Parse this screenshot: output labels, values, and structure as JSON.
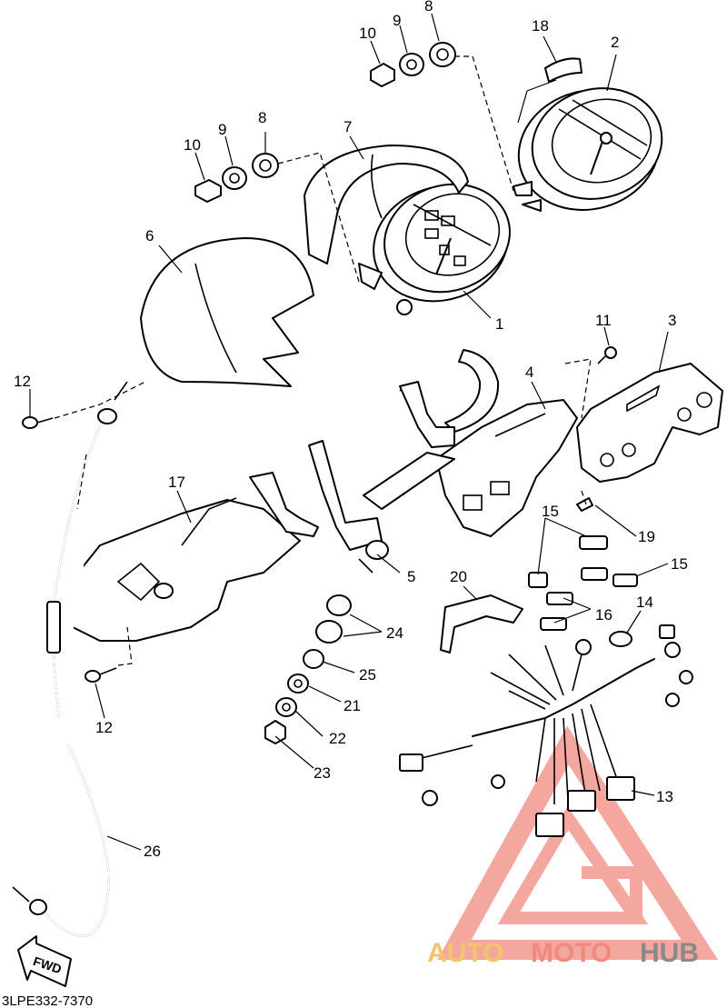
{
  "diagram": {
    "code": "3LPE332-7370",
    "fwd_label": "FWD",
    "callouts": [
      {
        "id": "c1",
        "label": "1"
      },
      {
        "id": "c2",
        "label": "2"
      },
      {
        "id": "c3",
        "label": "3"
      },
      {
        "id": "c4",
        "label": "4"
      },
      {
        "id": "c5",
        "label": "5"
      },
      {
        "id": "c6",
        "label": "6"
      },
      {
        "id": "c7",
        "label": "7"
      },
      {
        "id": "c8a",
        "label": "8"
      },
      {
        "id": "c8b",
        "label": "8"
      },
      {
        "id": "c9a",
        "label": "9"
      },
      {
        "id": "c9b",
        "label": "9"
      },
      {
        "id": "c10a",
        "label": "10"
      },
      {
        "id": "c10b",
        "label": "10"
      },
      {
        "id": "c11",
        "label": "11"
      },
      {
        "id": "c12a",
        "label": "12"
      },
      {
        "id": "c12b",
        "label": "12"
      },
      {
        "id": "c13",
        "label": "13"
      },
      {
        "id": "c14",
        "label": "14"
      },
      {
        "id": "c15a",
        "label": "15"
      },
      {
        "id": "c15b",
        "label": "15"
      },
      {
        "id": "c16",
        "label": "16"
      },
      {
        "id": "c17",
        "label": "17"
      },
      {
        "id": "c18",
        "label": "18"
      },
      {
        "id": "c19",
        "label": "19"
      },
      {
        "id": "c20",
        "label": "20"
      },
      {
        "id": "c21",
        "label": "21"
      },
      {
        "id": "c22",
        "label": "22"
      },
      {
        "id": "c23",
        "label": "23"
      },
      {
        "id": "c24",
        "label": "24"
      },
      {
        "id": "c25",
        "label": "25"
      },
      {
        "id": "c26",
        "label": "26"
      }
    ]
  },
  "watermark": {
    "part1": "AUTO",
    "part2": "MOTO",
    "part3": "HUB",
    "color1": "#f5c36b",
    "color2": "#f08a7e",
    "color3": "#8a8a8a",
    "logo_color": "#f08a7e"
  }
}
